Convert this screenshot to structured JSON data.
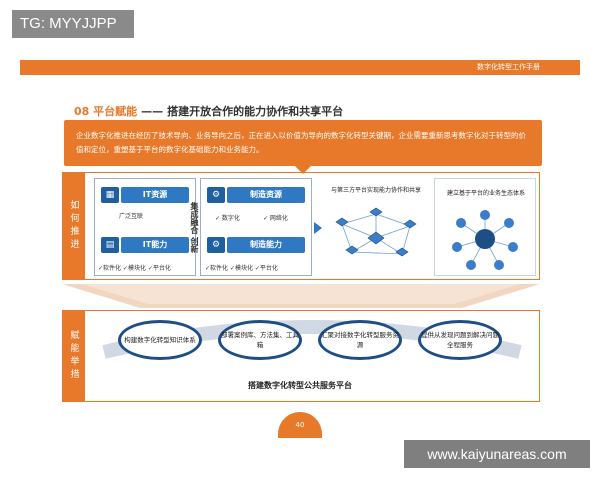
{
  "watermark_top": "TG: MYYJJPP",
  "watermark_bottom": "www.kaiyunareas.com",
  "header": {
    "right_text": "数字化转型工作手册"
  },
  "section": {
    "number": "08 平台赋能",
    "dash": "——",
    "title": "搭建开放合作的能力协作和共享平台"
  },
  "intro": "企业数字化推进在经历了技术导向、业务导向之后，正在进入以价值为导向的数字化转型关键期，企业需要重新思考数字化对于转型的价值和定位，重塑基于平台的数字化基础能力和业务能力。",
  "how": {
    "side_label": "如何推进",
    "box1": {
      "pill1": "IT资源",
      "sub1": "广泛互联",
      "pill2": "IT能力",
      "checks": "✓软件化 ✓模块化 ✓平台化"
    },
    "vertical_word": "集成融合 创新",
    "box2": {
      "pill1": "制造资源",
      "sub1a": "✓ 数字化",
      "sub1b": "✓ 网络化",
      "pill2": "制造能力",
      "checks": "✓软件化 ✓模块化 ✓平台化"
    },
    "panel3_title": "与第三方平台实现能力协作和共享",
    "panel4_title": "建立基于平台的业务生态体系"
  },
  "enable": {
    "side_label": "赋能举措",
    "ovals": [
      "构建数字化转型知识体系",
      "部署案例库、方法集、工具箱",
      "汇聚对接数字化转型服务资源",
      "提供从发现问题到解决问题全程服务"
    ],
    "platform": "搭建数字化转型公共服务平台"
  },
  "page_number": "40",
  "colors": {
    "accent": "#e8792a",
    "blue": "#2f78c2",
    "navy": "#1d4e86"
  }
}
